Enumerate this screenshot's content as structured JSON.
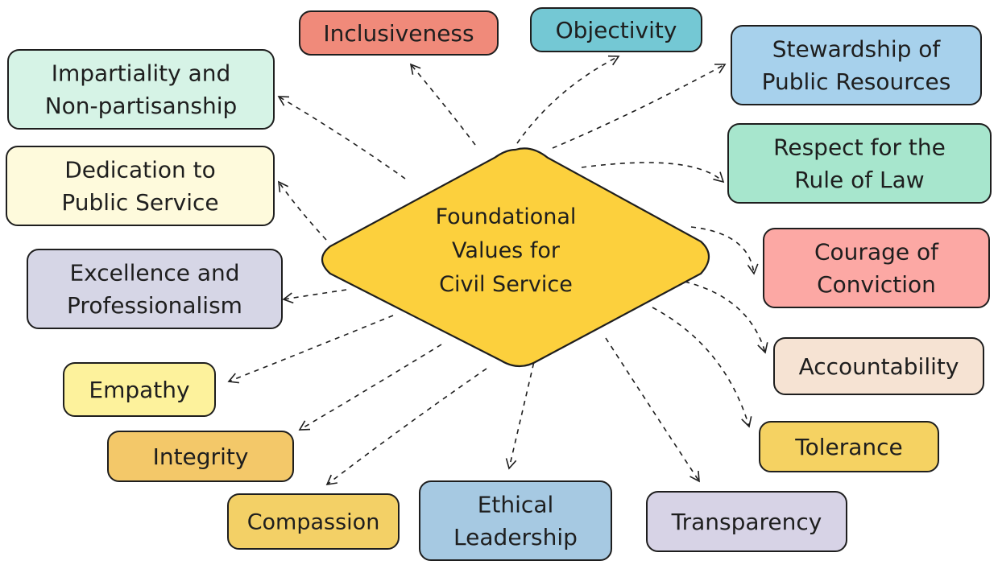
{
  "center": {
    "lines": [
      "Foundational",
      "Values for",
      "Civil Service"
    ],
    "fill": "#fcd03d"
  },
  "nodes": [
    {
      "id": "inclusiveness",
      "lines": [
        "Inclusiveness"
      ],
      "fill": "#f08a7a"
    },
    {
      "id": "objectivity",
      "lines": [
        "Objectivity"
      ],
      "fill": "#74c8d4"
    },
    {
      "id": "stewardship",
      "lines": [
        "Stewardship of",
        "Public Resources"
      ],
      "fill": "#a7d1ec"
    },
    {
      "id": "impartiality",
      "lines": [
        "Impartiality and",
        "Non-partisanship"
      ],
      "fill": "#d6f3e6"
    },
    {
      "id": "dedication",
      "lines": [
        "Dedication to",
        "Public Service"
      ],
      "fill": "#fefadc"
    },
    {
      "id": "rule-of-law",
      "lines": [
        "Respect for the",
        "Rule of Law"
      ],
      "fill": "#a7e6cd"
    },
    {
      "id": "courage",
      "lines": [
        "Courage of",
        "Conviction"
      ],
      "fill": "#fca8a4"
    },
    {
      "id": "excellence",
      "lines": [
        "Excellence and",
        "Professionalism"
      ],
      "fill": "#d6d6e6"
    },
    {
      "id": "accountability",
      "lines": [
        "Accountability"
      ],
      "fill": "#f6e3d3"
    },
    {
      "id": "empathy",
      "lines": [
        "Empathy"
      ],
      "fill": "#fdf29c"
    },
    {
      "id": "tolerance",
      "lines": [
        "Tolerance"
      ],
      "fill": "#f5d262"
    },
    {
      "id": "integrity",
      "lines": [
        "Integrity"
      ],
      "fill": "#f3c869"
    },
    {
      "id": "compassion",
      "lines": [
        "Compassion"
      ],
      "fill": "#f3d066"
    },
    {
      "id": "ethical-leadership",
      "lines": [
        "Ethical",
        "Leadership"
      ],
      "fill": "#a6c9e2"
    },
    {
      "id": "transparency",
      "lines": [
        "Transparency"
      ],
      "fill": "#d7d3e6"
    }
  ],
  "edges": [
    {
      "from": "center",
      "to": "inclusiveness"
    },
    {
      "from": "center",
      "to": "objectivity"
    },
    {
      "from": "center",
      "to": "stewardship"
    },
    {
      "from": "center",
      "to": "impartiality"
    },
    {
      "from": "center",
      "to": "dedication"
    },
    {
      "from": "center",
      "to": "rule-of-law"
    },
    {
      "from": "center",
      "to": "courage"
    },
    {
      "from": "center",
      "to": "excellence"
    },
    {
      "from": "center",
      "to": "accountability"
    },
    {
      "from": "center",
      "to": "empathy"
    },
    {
      "from": "center",
      "to": "tolerance"
    },
    {
      "from": "center",
      "to": "integrity"
    },
    {
      "from": "center",
      "to": "compassion"
    },
    {
      "from": "center",
      "to": "ethical-leadership"
    },
    {
      "from": "center",
      "to": "transparency"
    }
  ]
}
